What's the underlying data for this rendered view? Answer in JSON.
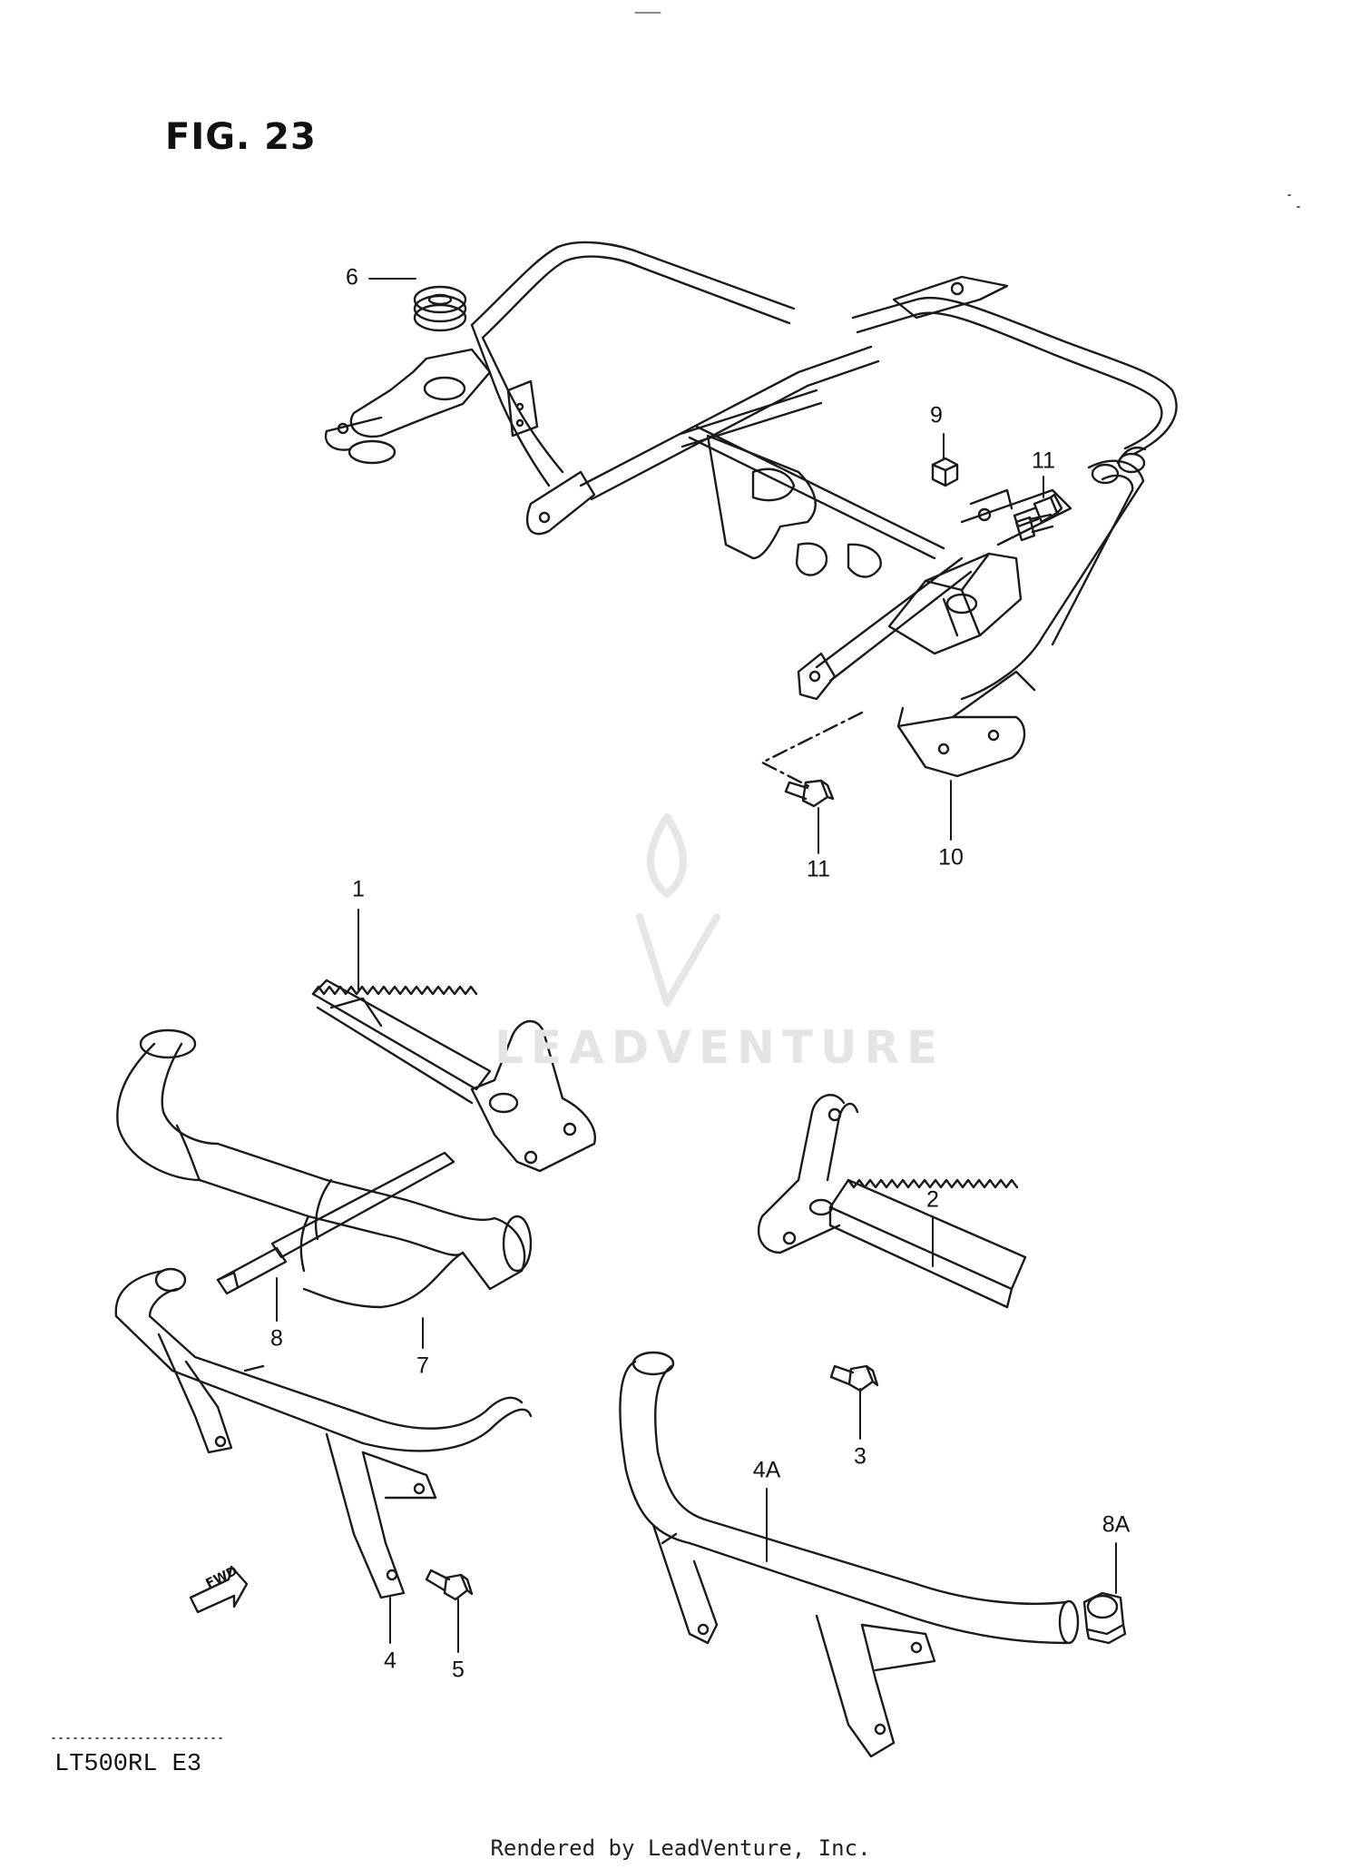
{
  "figure": {
    "title": "FIG. 23",
    "model_code": "LT500RL  E3",
    "footer": "Rendered by LeadVenture, Inc.",
    "watermark": "LEADVENTURE"
  },
  "fwd_marker": {
    "text": "FWD"
  },
  "parts": [
    {
      "ref": "1"
    },
    {
      "ref": "2"
    },
    {
      "ref": "3"
    },
    {
      "ref": "4"
    },
    {
      "ref": "4A"
    },
    {
      "ref": "5"
    },
    {
      "ref": "6"
    },
    {
      "ref": "7"
    },
    {
      "ref": "8"
    },
    {
      "ref": "8A"
    },
    {
      "ref": "9"
    },
    {
      "ref": "10"
    },
    {
      "ref": "11"
    },
    {
      "ref": "11"
    }
  ],
  "colors": {
    "line": "#1a1a1a",
    "background": "#ffffff",
    "watermark": "#e4e4e4"
  }
}
